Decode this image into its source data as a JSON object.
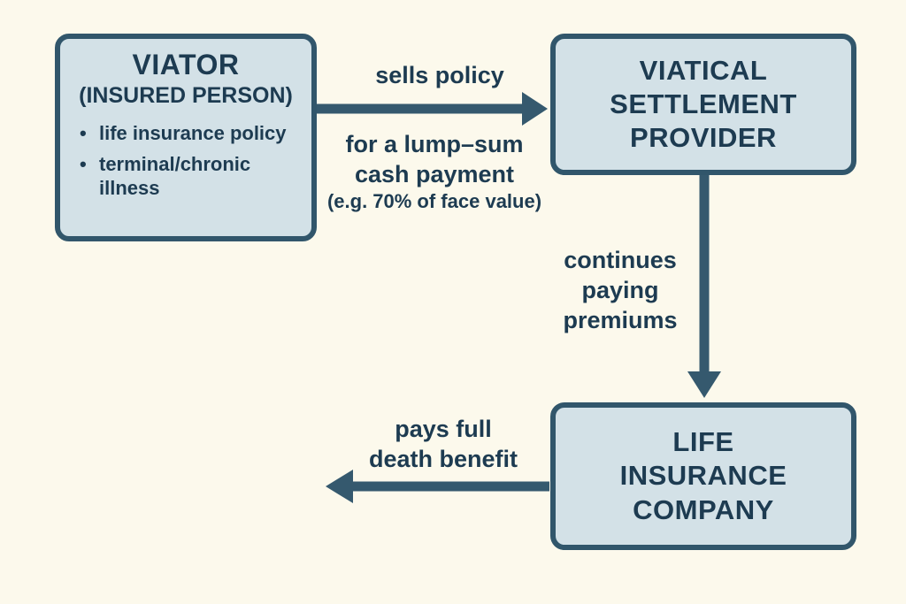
{
  "title": "Viatical settlement flow diagram",
  "colors": {
    "background": "#FCF9EC",
    "box_fill": "#D3E1E7",
    "box_border": "#31566B",
    "arrow": "#35596E",
    "text": "#1D3B51"
  },
  "bullet_char": "•",
  "boxes": {
    "viator": {
      "title": "VIATOR",
      "subtitle": "(INSURED PERSON)",
      "bullets": [
        "life insurance policy",
        "terminal/chronic illness"
      ]
    },
    "provider": {
      "line1": "VIATICAL",
      "line2": "SETTLEMENT",
      "line3": "PROVIDER"
    },
    "insurer": {
      "line1": "LIFE",
      "line2": "INSURANCE",
      "line3": "COMPANY"
    }
  },
  "arrows": {
    "sells_policy": {
      "direction": "right",
      "from": "viator",
      "to": "provider",
      "label_top": "sells policy",
      "label_bottom_line1": "for a lump–sum",
      "label_bottom_line2": "cash payment",
      "label_bottom_line3": "(e.g. 70% of face value)"
    },
    "premiums": {
      "direction": "down",
      "from": "provider",
      "to": "insurer",
      "label_line1": "continues",
      "label_line2": "paying",
      "label_line3": "premiums"
    },
    "death_benefit": {
      "direction": "left",
      "from": "insurer",
      "label_line1": "pays full",
      "label_line2": "death benefit"
    }
  }
}
